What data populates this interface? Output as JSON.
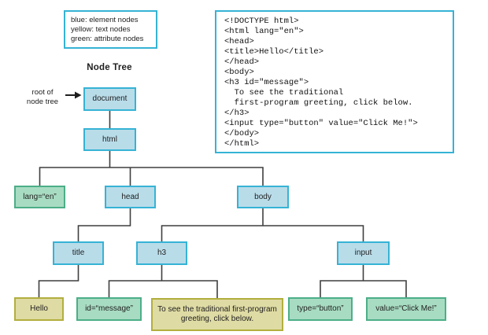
{
  "legend": {
    "lines": [
      "blue: element nodes",
      "yellow: text nodes",
      "green: attribute nodes"
    ]
  },
  "code_panel": {
    "code": "<!DOCTYPE html>\n<html lang=\"en\">\n<head>\n<title>Hello</title>\n</head>\n<body>\n<h3 id=\"message\">\n  To see the traditional\n  first-program greeting, click below.\n</h3>\n<input type=\"button\" value=\"Click Me!\">\n</body>\n</html>"
  },
  "tree": {
    "title": "Node Tree",
    "root_pointer": {
      "line1": "root of",
      "line2": "node tree"
    },
    "nodes": {
      "document": {
        "label": "document",
        "type": "element"
      },
      "html": {
        "label": "html",
        "type": "element"
      },
      "lang": {
        "label": "lang=“en”",
        "type": "attribute"
      },
      "head": {
        "label": "head",
        "type": "element"
      },
      "body": {
        "label": "body",
        "type": "element"
      },
      "title": {
        "label": "title",
        "type": "element"
      },
      "h3": {
        "label": "h3",
        "type": "element"
      },
      "input": {
        "label": "input",
        "type": "element"
      },
      "hello": {
        "label": "Hello",
        "type": "text"
      },
      "id": {
        "label": "id=“message”",
        "type": "attribute"
      },
      "h3_text": {
        "label": "To see the traditional first-program greeting, click below.",
        "type": "text"
      },
      "type": {
        "label": "type=“button”",
        "type": "attribute"
      },
      "value": {
        "label": "value=“Click Me!”",
        "type": "attribute"
      }
    }
  },
  "colors": {
    "element_node_fill": "#b9dce9",
    "element_node_border": "#36b3d5",
    "attribute_node_fill": "#a8dcc2",
    "attribute_node_border": "#4cae87",
    "text_node_fill": "#dfdba4",
    "text_node_border": "#b2af3e",
    "panel_border": "#36b3d5",
    "connector_line": "#3f3f3f"
  }
}
